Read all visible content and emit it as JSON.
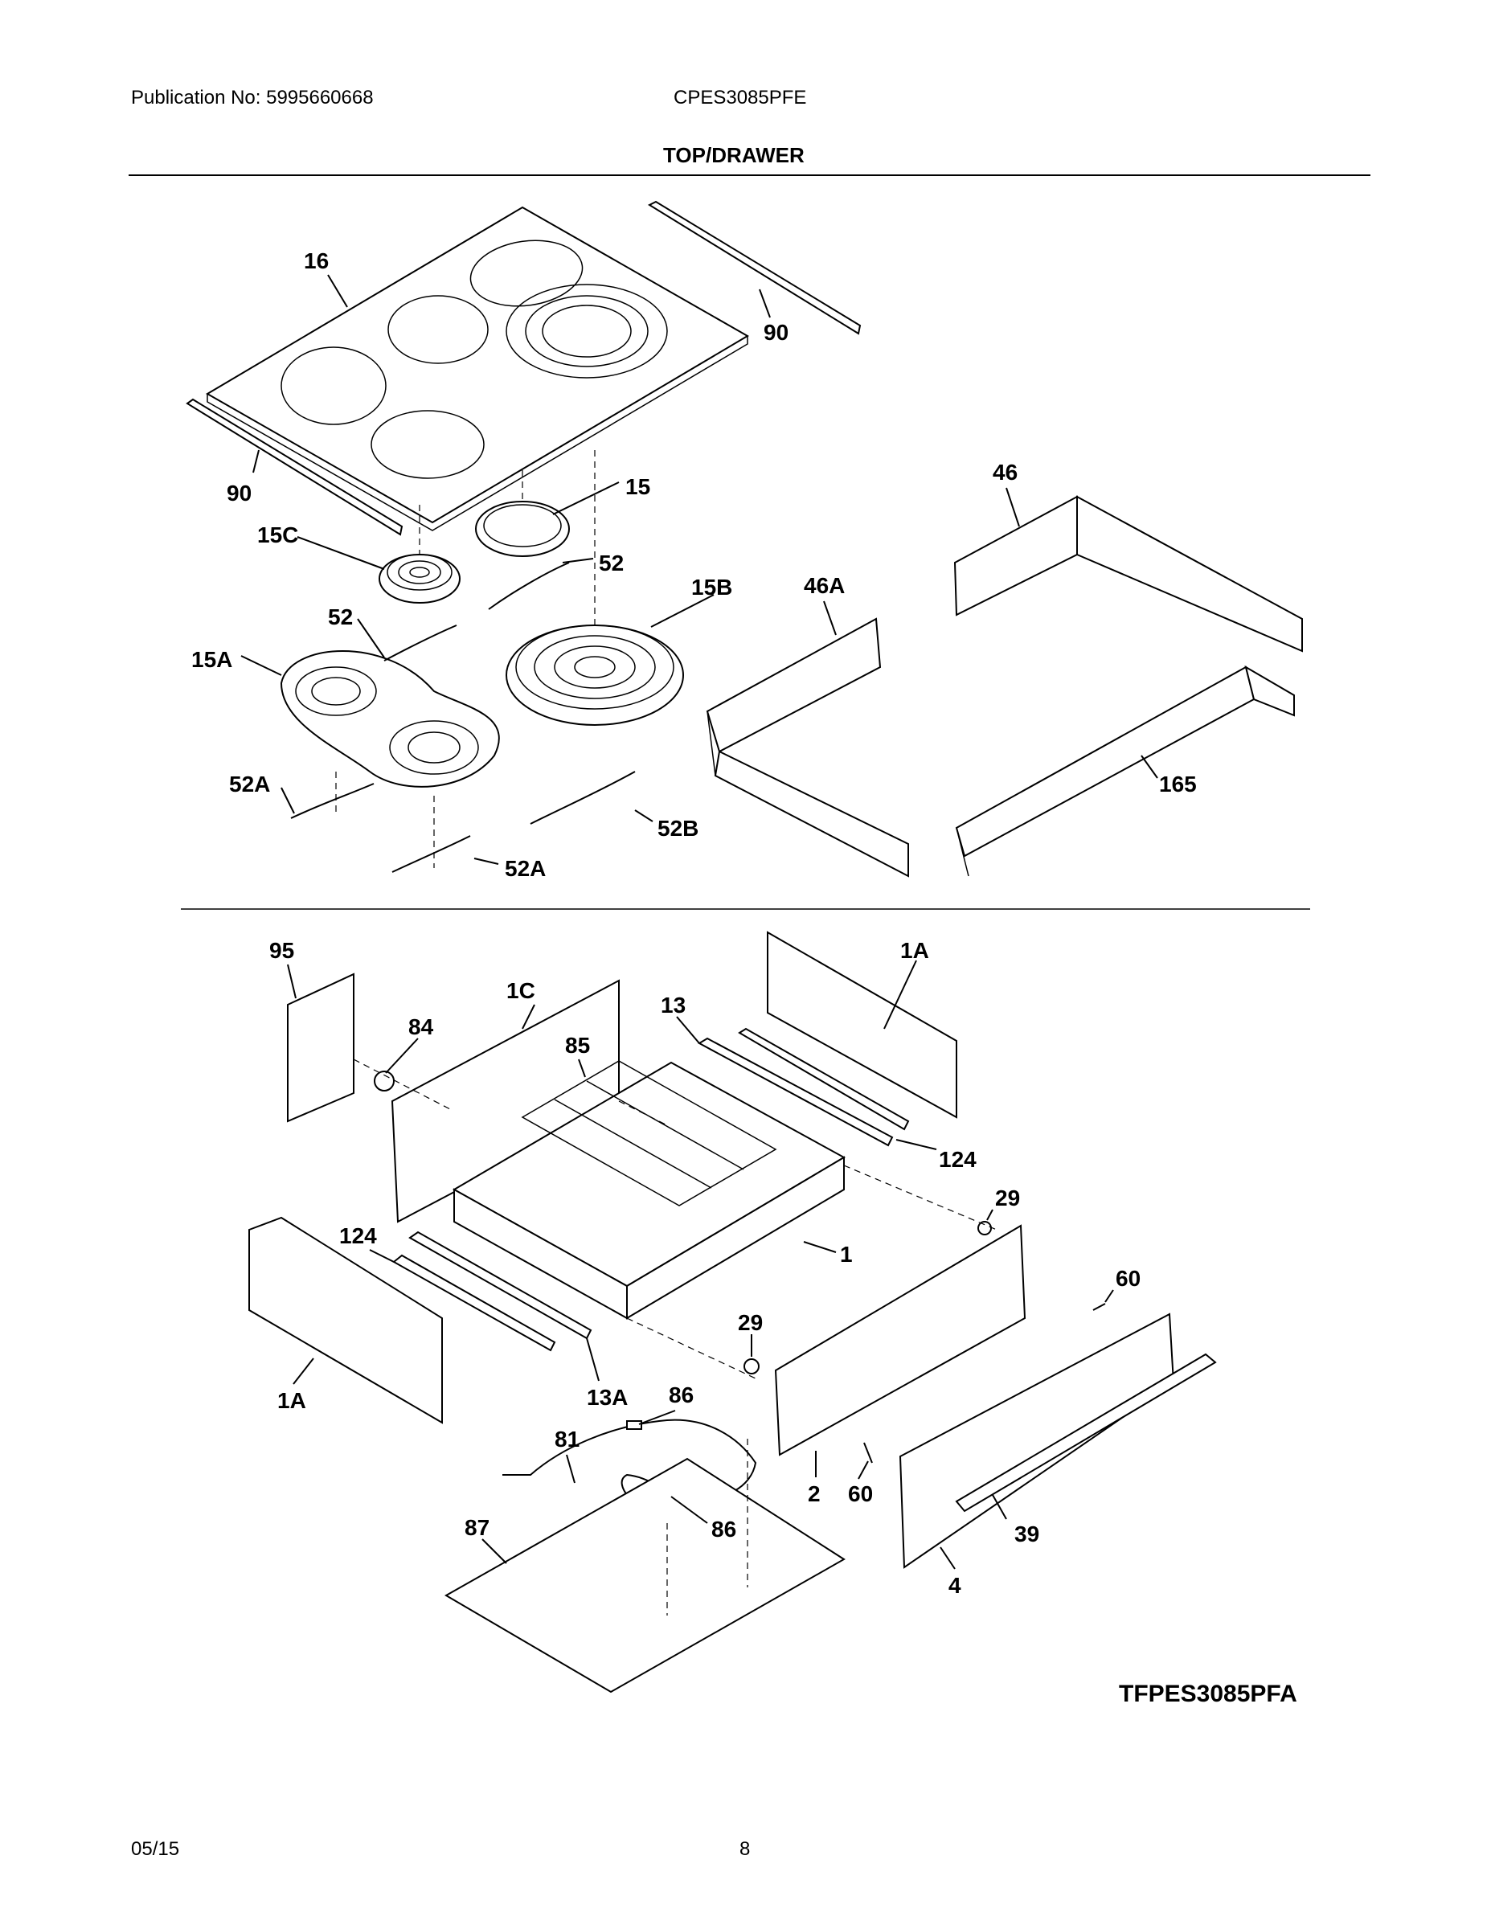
{
  "header": {
    "publication": "Publication No: 5995660668",
    "model": "CPES3085PFE",
    "section_title": "TOP/DRAWER"
  },
  "diagram": {
    "figure_id": "TFPES3085PFA",
    "callouts": {
      "c16": "16",
      "c90a": "90",
      "c90b": "90",
      "c15": "15",
      "c15c": "15C",
      "c52a": "52",
      "c52b": "52",
      "c15b": "15B",
      "c15a": "15A",
      "c52a1": "52A",
      "c52bb": "52B",
      "c52a2": "52A",
      "c46": "46",
      "c46a": "46A",
      "c165": "165",
      "c95": "95",
      "c84": "84",
      "c1c": "1C",
      "c85": "85",
      "c13": "13",
      "c1a_top": "1A",
      "c124a": "124",
      "c124b": "124",
      "c29a": "29",
      "c1": "1",
      "c29b": "29",
      "c60a": "60",
      "c1a_bot": "1A",
      "c13a": "13A",
      "c86a": "86",
      "c81": "81",
      "c86b": "86",
      "c87": "87",
      "c2": "2",
      "c60b": "60",
      "c39": "39",
      "c4": "4"
    }
  },
  "footer": {
    "date": "05/15",
    "page": "8"
  }
}
